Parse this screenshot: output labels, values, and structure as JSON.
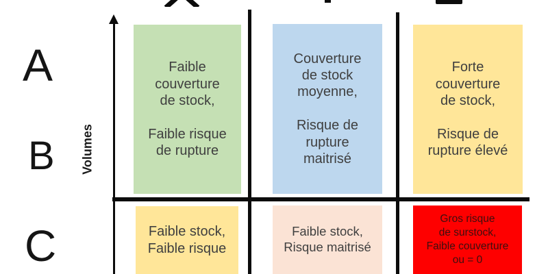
{
  "axis": {
    "y_label": "Volumes"
  },
  "row_labels": [
    {
      "label": "A"
    },
    {
      "label": "B"
    },
    {
      "label": "C"
    }
  ],
  "colors": {
    "green": "#c5e0b4",
    "blue": "#bdd7ee",
    "yellow": "#ffe699",
    "peach": "#fbe3d5",
    "red": "#fe0000",
    "grid_black": "#0c0c0c",
    "cell_text_dark": "#3f3f3f",
    "red_cell_text": "#3d0f0f"
  },
  "matrix": {
    "description": "ABC volumes vs stock coverage matrix",
    "cells": {
      "top_left": {
        "text": "Faible\ncouverture\nde stock,\n\nFaible risque\nde rupture",
        "bg": "#c5e0b4"
      },
      "top_center": {
        "text": "Couverture\nde stock\nmoyenne,\n\nRisque de\nrupture\nmaitrisé",
        "bg": "#bdd7ee"
      },
      "top_right": {
        "text": "Forte\ncouverture\nde stock,\n\nRisque de\nrupture élevé",
        "bg": "#ffe699"
      },
      "bottom_left": {
        "text": "Faible stock,\nFaible risque",
        "bg": "#ffe699"
      },
      "bottom_center": {
        "text": "Faible stock,\nRisque maitrisé",
        "bg": "#fbe3d5"
      },
      "bottom_right": {
        "text": "Gros risque\nde surstock,\nFaible couverture\nou = 0",
        "bg": "#fe0000",
        "fg": "#3d0f0f"
      }
    }
  }
}
